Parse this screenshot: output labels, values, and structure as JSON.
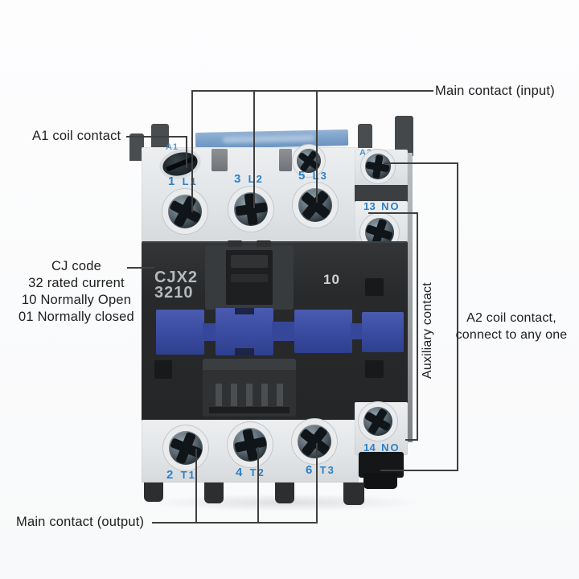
{
  "annotations": {
    "main_input": "Main contact (input)",
    "a1_coil": "A1 coil contact",
    "cj": {
      "lines": [
        "CJ code",
        "32 rated current",
        "10 Normally Open",
        "01 Normally closed"
      ]
    },
    "auxiliary": "Auxiliary contact",
    "a2_coil": {
      "line1": "A2 coil contact,",
      "line2": "connect to any one"
    },
    "main_output": "Main contact (output)"
  },
  "device": {
    "model": {
      "line1": "CJX2",
      "line2": "3210"
    },
    "aux_code": "10",
    "coil_terminals": {
      "top_left": "A1",
      "top_right": "A2"
    },
    "main_terminals": {
      "input": [
        {
          "num": "1",
          "code": "L1"
        },
        {
          "num": "3",
          "code": "L2"
        },
        {
          "num": "5",
          "code": "L3"
        }
      ],
      "output": [
        {
          "num": "2",
          "code": "T1"
        },
        {
          "num": "4",
          "code": "T2"
        },
        {
          "num": "6",
          "code": "T3"
        }
      ]
    },
    "aux_terminals": {
      "top": {
        "num": "13",
        "code": "NO"
      },
      "bottom": {
        "num": "14",
        "code": "NO"
      }
    },
    "colors": {
      "terminal_label_blue": "#2d80c7",
      "actuator_blue": "#3c4ea3",
      "brand_strip_blue": "#7aa0c9",
      "body_dark": "#27292b",
      "housing_light": "#e2e5e8",
      "annotation_line": "#3f3f3f"
    }
  }
}
